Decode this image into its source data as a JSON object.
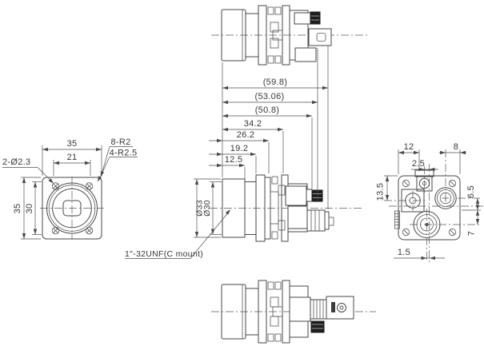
{
  "drawing": {
    "front": {
      "width": "35",
      "inner_width": "21",
      "height": "35",
      "inner_height": "30",
      "corner_holes": "2-Ø2.3",
      "radius_outer": "8-R2",
      "radius_inner": "4-R2.5"
    },
    "side": {
      "total_length": "(59.8)",
      "length_2": "(53.06)",
      "length_3": "(50.8)",
      "length_4": "34.2",
      "length_5": "26.2",
      "length_6": "19.2",
      "length_7": "12.5",
      "barrel_dia": "Ø33",
      "step_dia": "Ø30",
      "mount_thread": "1\"-32UNF(C mount)"
    },
    "rear": {
      "width_left": "12",
      "width_right": "8",
      "offset_top": "2.5",
      "height_left": "13.5",
      "height_right_upper": "6.5",
      "height_right_lower": "7",
      "offset_bottom": "1.5"
    }
  }
}
